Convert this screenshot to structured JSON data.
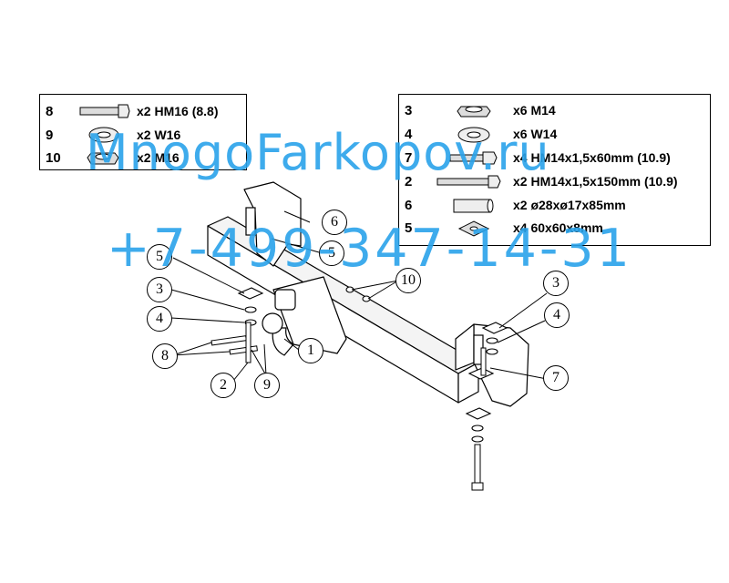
{
  "legend_left": [
    {
      "num": "8",
      "spec": "x2 HM16 (8.8)",
      "icon": "bolt-icon"
    },
    {
      "num": "9",
      "spec": "x2 W16",
      "icon": "spring-washer-icon"
    },
    {
      "num": "10",
      "spec": "x2 M16",
      "icon": "nut-icon"
    }
  ],
  "legend_right": [
    {
      "num": "3",
      "spec": "x6 M14",
      "icon": "nut-icon"
    },
    {
      "num": "4",
      "spec": "x6 W14",
      "icon": "spring-washer-icon"
    },
    {
      "num": "7",
      "spec": "x4 HM14x1,5x60mm (10.9)",
      "icon": "bolt-icon"
    },
    {
      "num": "2",
      "spec": "x2 HM14x1,5x150mm (10.9)",
      "icon": "long-bolt-icon"
    },
    {
      "num": "6",
      "spec": "x2 ø28xø17x85mm",
      "icon": "spacer-tube-icon"
    },
    {
      "num": "5",
      "spec": "x4 60x60x8mm",
      "icon": "square-plate-icon"
    }
  ],
  "callouts": {
    "c1": "1",
    "c2": "2",
    "c3a": "3",
    "c3b": "3",
    "c4a": "4",
    "c4b": "4",
    "c5a": "5",
    "c5b": "5",
    "c6": "6",
    "c7": "7",
    "c8": "8",
    "c9": "9",
    "c10": "10"
  },
  "watermark": {
    "name": "MnogoFarkopov.ru",
    "phone": "+7-499-347-14-31"
  },
  "colors": {
    "line": "#000000",
    "watermark": "#2aa3ea"
  }
}
